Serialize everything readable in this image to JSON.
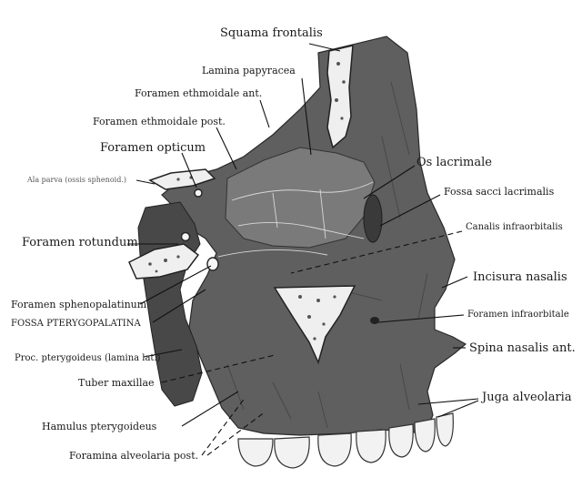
{
  "labels": {
    "squama_frontalis": "Squama frontalis",
    "lamina_papyracea": "Lamina papyracea",
    "foramen_ethmoidale_ant": "Foramen ethmoidale ant.",
    "foramen_ethmoidale_post": "Foramen ethmoidale post.",
    "foramen_opticum": "Foramen opticum",
    "ala_parva": "Ala parva (ossis sphenoid.)",
    "os_lacrimale": "Os lacrimale",
    "fossa_sacci_lacrimalis": "Fossa sacci lacrimalis",
    "canalis_infraorbitalis": "Canalis infraorbitalis",
    "foramen_rotundum": "Foramen rotundum",
    "incisura_nasalis": "Incisura nasalis",
    "foramen_sphenopalatinum": "Foramen sphenopalatinum",
    "fossa_pterygopalatina": "FOSSA PTERYGOPALATINA",
    "foramen_infraorbitale": "Foramen infraorbitale",
    "proc_pterygoideus": "Proc. pterygoideus (lamina lat.)",
    "spina_nasalis_ant": "Spina nasalis ant.",
    "tuber_maxillae": "Tuber maxillae",
    "juga_alveolaria": "Juga alveolaria",
    "hamulus_pterygoideus": "Hamulus pterygoideus",
    "foramina_alveolaria_post": "Foramina alveolaria post."
  }
}
